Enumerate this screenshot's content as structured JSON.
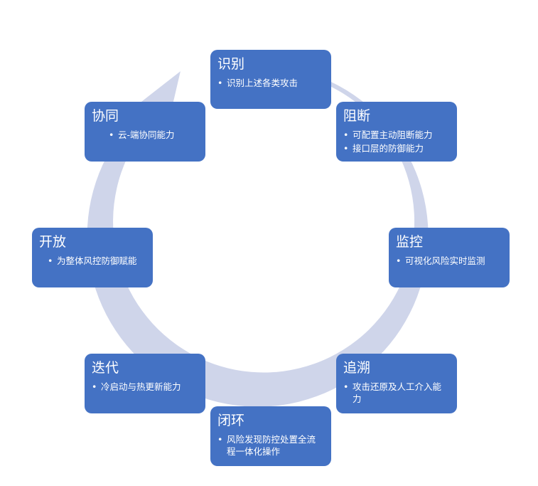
{
  "diagram": {
    "ring_color": "#cfd5ea",
    "box_color": "#4472c4",
    "nodes": [
      {
        "key": "identify",
        "title": "识别",
        "items": [
          "识别上述各类攻击"
        ]
      },
      {
        "key": "block",
        "title": "阻断",
        "items": [
          "可配置主动阻断能力",
          "接口层的防御能力"
        ]
      },
      {
        "key": "monitor",
        "title": "监控",
        "items": [
          "可视化风险实时监测"
        ]
      },
      {
        "key": "trace",
        "title": "追溯",
        "items": [
          "攻击还原及人工介入能力"
        ]
      },
      {
        "key": "closed-loop",
        "title": "闭环",
        "items": [
          "风险发现防控处置全流程一体化操作"
        ]
      },
      {
        "key": "iterate",
        "title": "迭代",
        "items": [
          "冷启动与热更新能力"
        ]
      },
      {
        "key": "open",
        "title": "开放",
        "items": [
          "为整体风控防御赋能"
        ]
      },
      {
        "key": "collaborate",
        "title": "协同",
        "items": [
          "云-端协同能力"
        ]
      }
    ]
  }
}
